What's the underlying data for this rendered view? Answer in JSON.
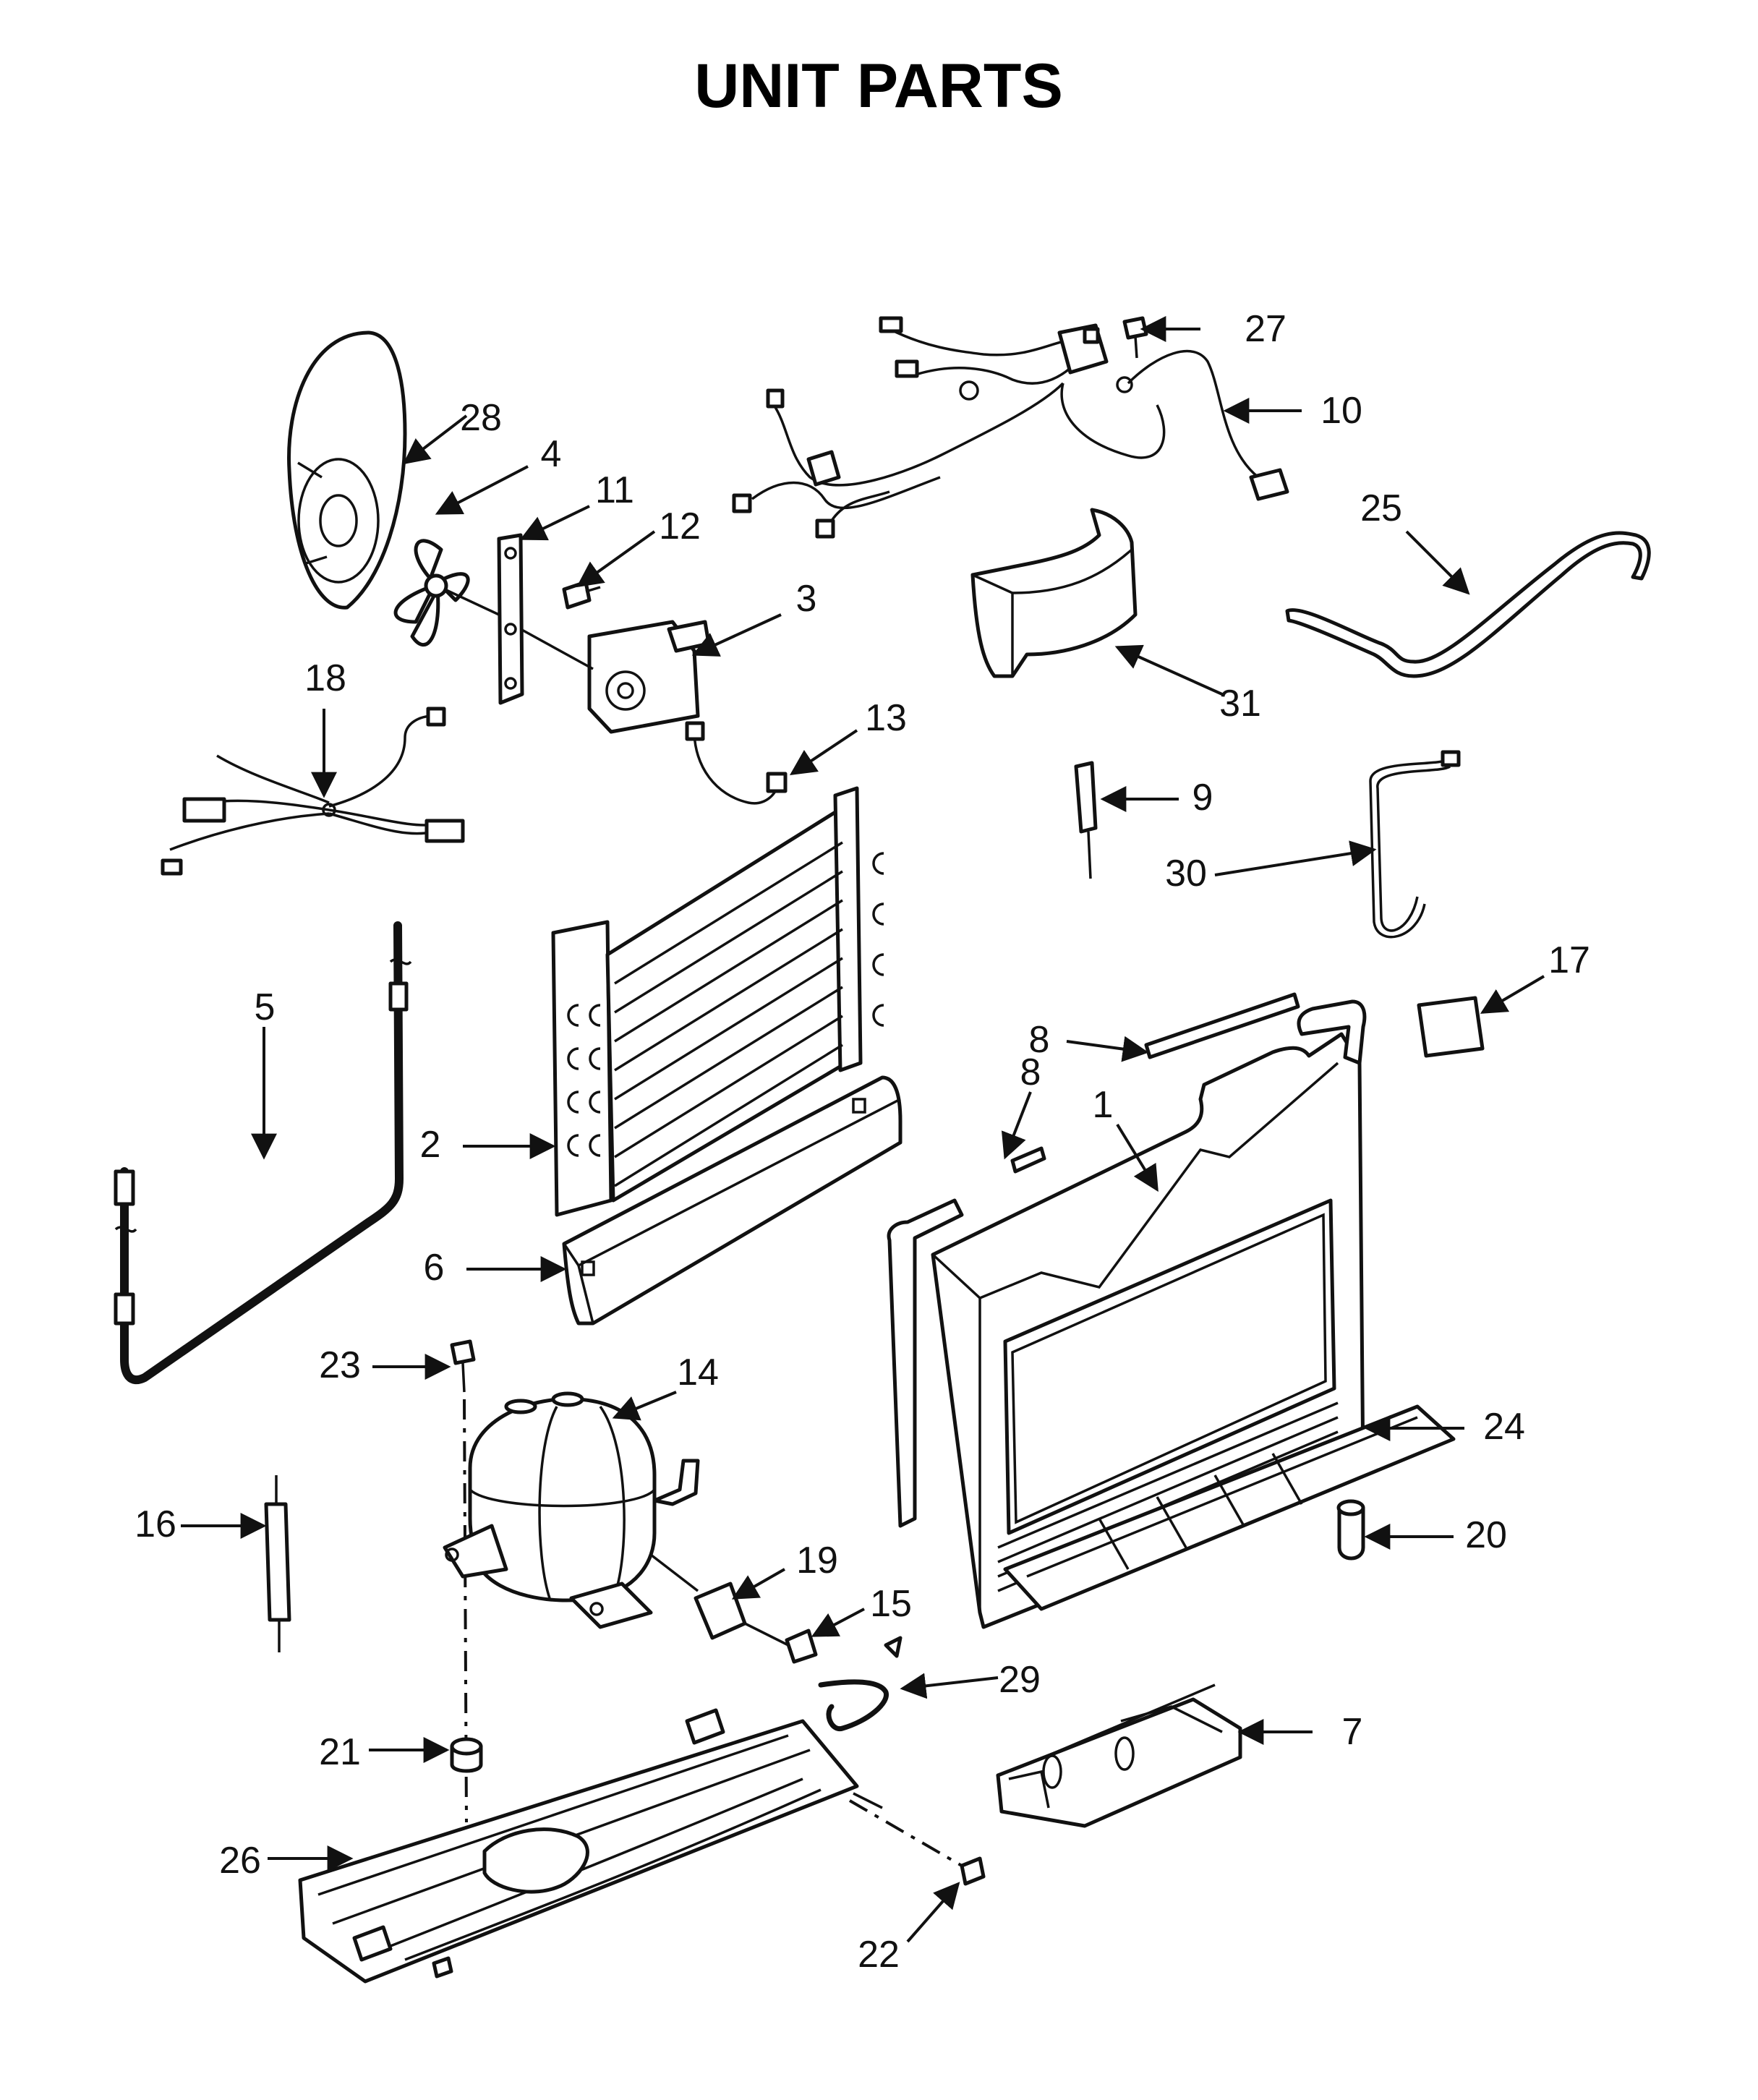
{
  "title": "UNIT PARTS",
  "callouts": [
    "1",
    "2",
    "3",
    "4",
    "5",
    "6",
    "7",
    "8",
    "8",
    "9",
    "10",
    "11",
    "12",
    "13",
    "14",
    "15",
    "16",
    "17",
    "18",
    "19",
    "20",
    "21",
    "22",
    "23",
    "24",
    "25",
    "26",
    "27",
    "28",
    "29",
    "30",
    "31"
  ]
}
